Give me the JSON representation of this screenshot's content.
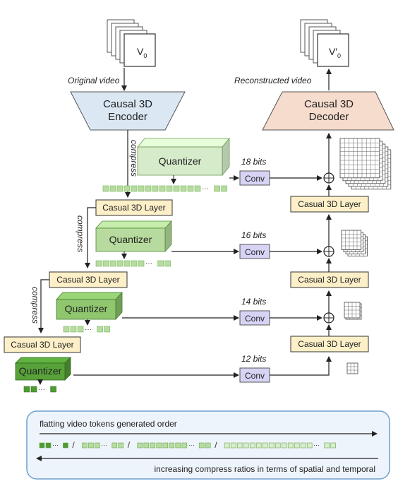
{
  "colors": {
    "encoder_fill": "#dbe8f4",
    "decoder_fill": "#f6dccd",
    "layer_fill": "#fdf0c8",
    "conv_fill": "#d6d3f5",
    "quantizer_light": "#d6ebc9",
    "quantizer_mid1": "#b7db9e",
    "quantizer_mid2": "#8fc66e",
    "quantizer_dark": "#58a23a",
    "token_light": "#b7dca0",
    "token_dark": "#4e9a33",
    "legend_border": "#6f9fd1",
    "legend_fill": "#eef4fb"
  },
  "input_frame_label": "V",
  "input_frame_sub": "0",
  "output_frame_label": "V'",
  "output_frame_sub": "0",
  "original_video_label": "Original video",
  "reconstructed_video_label": "Reconstructed video",
  "encoder": {
    "line1": "Causal 3D",
    "line2": "Encoder"
  },
  "decoder": {
    "line1": "Causal 3D",
    "line2": "Decoder"
  },
  "compress_label": "compress",
  "quantizer_label": "Quantizer",
  "conv_label": "Conv",
  "encoder_layer_label": "Casual 3D Layer",
  "decoder_layer_label": "Casual 3D Layer",
  "levels": [
    {
      "bits": "18 bits"
    },
    {
      "bits": "16 bits"
    },
    {
      "bits": "14 bits"
    },
    {
      "bits": "12 bits"
    }
  ],
  "ellipsis": "···",
  "legend": {
    "top_text": "flatting video tokens generated order",
    "separator": "/",
    "bottom_text": "increasing compress ratios in terms of spatial and temporal"
  }
}
